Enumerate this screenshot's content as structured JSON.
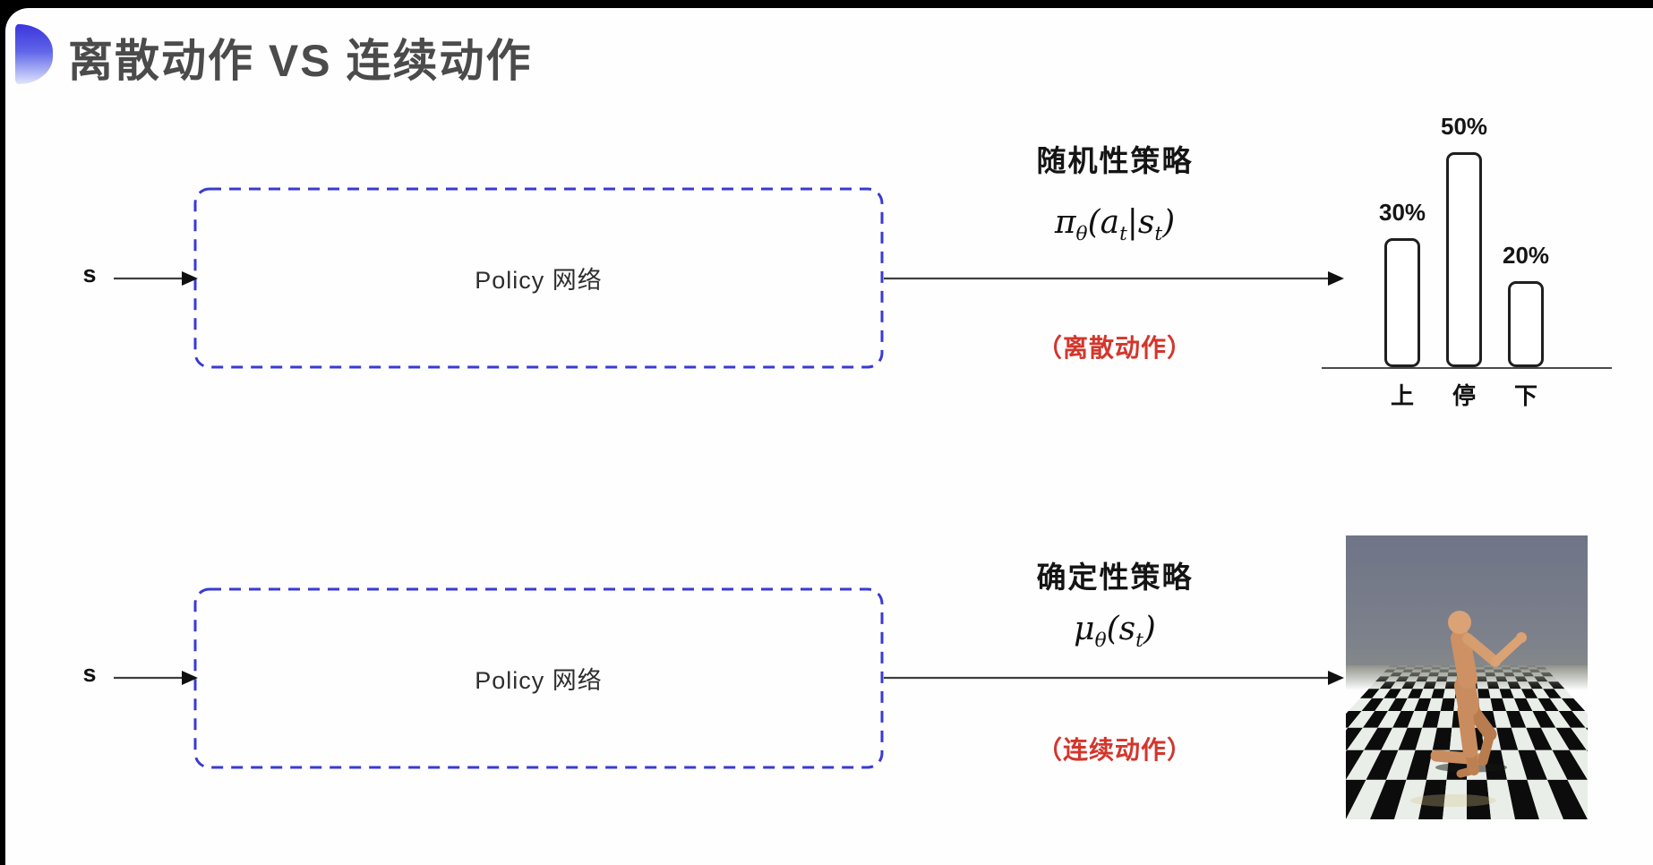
{
  "slide": {
    "title": "离散动作 VS 连续动作"
  },
  "row_discrete": {
    "input_label": "s",
    "box_label": "Policy 网络",
    "policy_type": "随机性策略",
    "formula": {
      "symbol": "π",
      "sub": "θ",
      "arg_open": "(",
      "arg1": "a",
      "arg1_sub": "t",
      "separator": "|",
      "arg2": "s",
      "arg2_sub": "t",
      "arg_close": ")"
    },
    "action_note": "（离散动作）"
  },
  "row_continuous": {
    "input_label": "s",
    "box_label": "Policy 网络",
    "policy_type": "确定性策略",
    "formula": {
      "symbol": "μ",
      "sub": "θ",
      "arg_open": "(",
      "arg1": "s",
      "arg1_sub": "t",
      "arg_close": ")"
    },
    "action_note": "（连续动作）"
  },
  "chart_data": {
    "type": "bar",
    "categories": [
      "上",
      "停",
      "下"
    ],
    "values": [
      30,
      50,
      20
    ],
    "data_labels": [
      "30%",
      "50%",
      "20%"
    ],
    "title": "",
    "xlabel": "",
    "ylabel": "",
    "ylim": [
      0,
      55
    ],
    "grid": false,
    "legend": false,
    "bar_style": "white fill, black rounded outline"
  },
  "colors": {
    "background": "#000000",
    "slide": "#fefefe",
    "title_text": "#4b4b4b",
    "bullet_blue_top": "#3b35dd",
    "bullet_blue_bottom": "#dfe6fc",
    "box_dash_blue": "#3a3ad2",
    "arrow": "#3e3e3e",
    "note_red": "#d3362c",
    "bar_outline": "#1f1f1f"
  }
}
